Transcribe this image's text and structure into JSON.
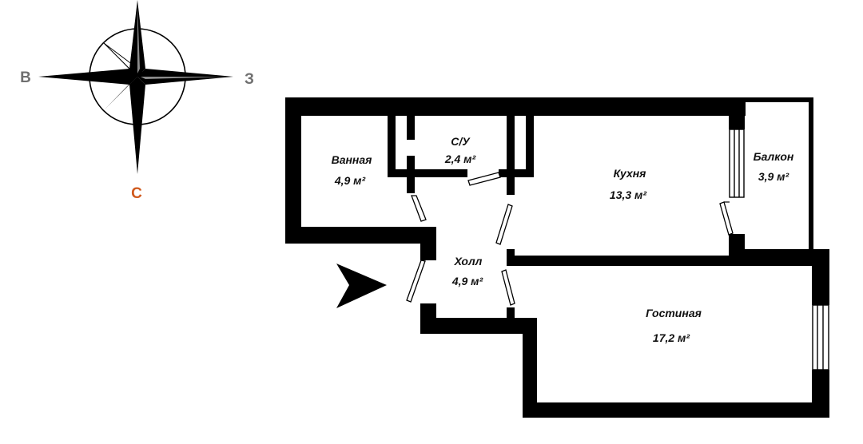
{
  "compass": {
    "west_label": "В",
    "east_label": "З",
    "south_label": "С",
    "south_color": "#d05a1e",
    "side_color": "#707070"
  },
  "entrance": {
    "icon": "entrance-arrow-icon"
  },
  "rooms": {
    "bath": {
      "name": "Ванная",
      "area": "4,9 м²"
    },
    "wc": {
      "name": "С/У",
      "area": "2,4 м²"
    },
    "kitchen": {
      "name": "Кухня",
      "area": "13,3 м²"
    },
    "balcony": {
      "name": "Балкон",
      "area": "3,9 м²"
    },
    "hall": {
      "name": "Холл",
      "area": "4,9 м²"
    },
    "living": {
      "name": "Гостиная",
      "area": "17,2 м²"
    }
  },
  "colors": {
    "wall": "#000000",
    "background": "#ffffff"
  }
}
